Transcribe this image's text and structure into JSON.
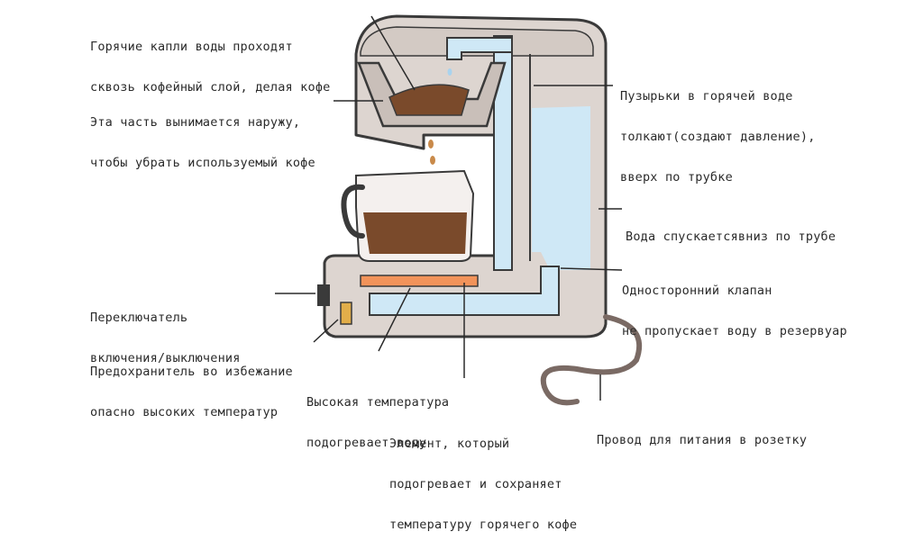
{
  "labels": {
    "hot_drops": [
      "Горячие капли воды проходят",
      "сквозь кофейный слой, делая кофе"
    ],
    "removable_part": [
      "Эта часть вынимается наружу,",
      "чтобы убрать используемый кофе"
    ],
    "bubbles": [
      "Пузырьки в горячей воде",
      "толкают(создают давление),",
      "вверх по трубке"
    ],
    "water_down": [
      "Вода спускаетсявниз по трубе"
    ],
    "check_valve": [
      "Односторонний клапан",
      "не пропускает воду в резервуар"
    ],
    "switch": [
      "Переключатель",
      "включения/выключения"
    ],
    "fuse": [
      "Предохранитель во избежание",
      "опасно высоких температур"
    ],
    "high_temp": [
      "Высокая температура",
      "подогревает воду"
    ],
    "warming_element": [
      "Элемент, который",
      "подогревает и сохраняет",
      "температуру горячего кофе"
    ],
    "power_cord": [
      "Провод для питания в розетку"
    ]
  },
  "colors": {
    "outline": "#3a3a3a",
    "body": "#ddd5d0",
    "body_shadow": "#c9bfb9",
    "water": "#cfe8f6",
    "water_dark": "#a9d3ee",
    "coffee": "#7a4a2b",
    "heater": "#f2935a",
    "cord": "#7a6a64"
  }
}
